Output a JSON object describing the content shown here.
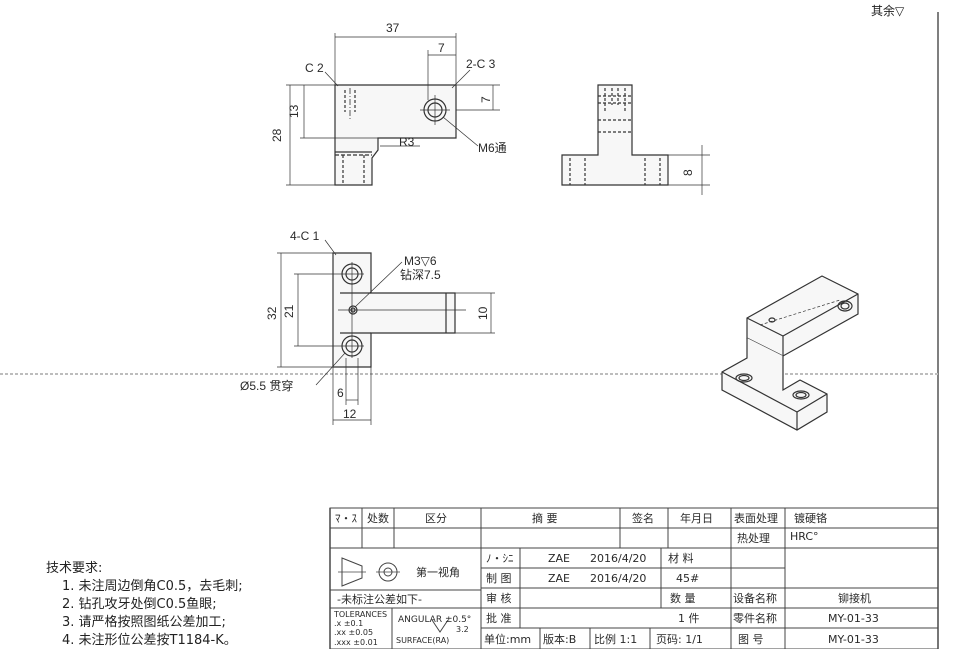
{
  "corner_note": "其余▽",
  "dims": {
    "d37": "37",
    "d7a": "7",
    "c2": "C 2",
    "c3": "2-C 3",
    "d13": "13",
    "d28": "28",
    "d7b": "7",
    "r3": "R3",
    "m6": "M6通",
    "d8": "8",
    "c1": "4-C 1",
    "m3": "M3▽6",
    "drill": "钻深7.5",
    "d32": "32",
    "d21": "21",
    "d10": "10",
    "d55": "Ø5.5  贯穿",
    "d6": "6",
    "d12": "12"
  },
  "title_block": {
    "surface_treatment_label": "表面处理",
    "surface_treatment_value": "镀硬铬",
    "heat_treatment_label": "热处理",
    "heat_treatment_value": "HRC°",
    "rev_header": [
      "ﾏ・ｽ",
      "处数",
      "区分",
      "摘 要",
      "签名",
      "年月日"
    ],
    "projection_label": "第一视角",
    "rows": [
      {
        "label": "ﾉ・ｼﾆ",
        "name": "ZAE",
        "date": "2016/4/20",
        "key": "材 料",
        "val": ""
      },
      {
        "label": "制 图",
        "name": "ZAE",
        "date": "2016/4/20",
        "key": "45#",
        "val": ""
      },
      {
        "label": "审 核",
        "name": "",
        "date": "",
        "key": "数 量",
        "val": ""
      },
      {
        "label": "批 准",
        "name": "",
        "date": "",
        "key": "1 件",
        "val": ""
      }
    ],
    "tol_header": "-未标注公差如下-",
    "tol_title": "TOLERANCES",
    "tol_x": ".x    ±0.1",
    "tol_xx": ".xx   ±0.05",
    "tol_xxx": ".xxx  ±0.01",
    "angular": "ANGULAR ±0.5°",
    "surface": "SURFACE(RA)",
    "surface_val": "3.2",
    "unit": "单位:mm",
    "version": "版本:B",
    "scale": "比例 1:1",
    "page": "页码: 1/1",
    "equipment_label": "设备名称",
    "equipment_value": "铆接机",
    "part_label": "零件名称",
    "part_value": "MY-01-33",
    "drawing_label": "图 号",
    "drawing_value": "MY-01-33"
  },
  "requirements": {
    "title": "技术要求:",
    "items": [
      "1. 未注周边倒角C0.5，去毛刺;",
      "2. 钻孔攻牙处倒C0.5鱼眼;",
      "3. 请严格按照图纸公差加工;",
      "4. 未注形位公差按T1184-K。"
    ]
  }
}
